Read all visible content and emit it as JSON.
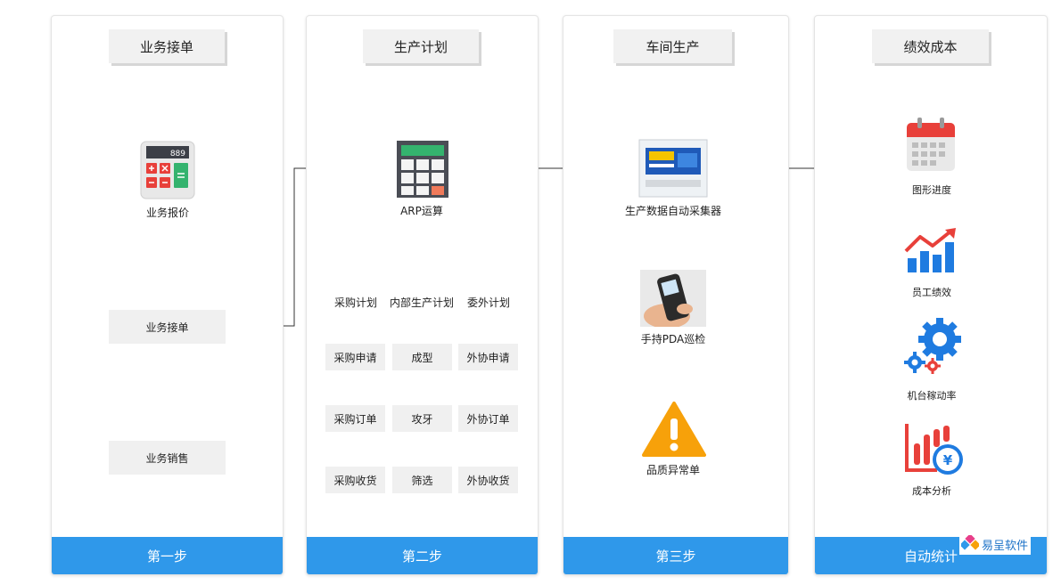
{
  "columns": [
    {
      "title": "业务接单",
      "footer": "第一步"
    },
    {
      "title": "生产计划",
      "footer": "第二步"
    },
    {
      "title": "车间生产",
      "footer": "第三步"
    },
    {
      "title": "绩效成本",
      "footer": "自动统计"
    }
  ],
  "step1": {
    "calculator_display": "889",
    "quote_label": "业务报价",
    "order_label": "业务接单",
    "sales_label": "业务销售"
  },
  "step2": {
    "arp_label": "ARP运算",
    "branches": [
      {
        "head": "采购计划",
        "items": [
          "采购申请",
          "采购订单",
          "采购收货"
        ]
      },
      {
        "head": "内部生产计划",
        "items": [
          "成型",
          "攻牙",
          "筛选"
        ]
      },
      {
        "head": "委外计划",
        "items": [
          "外协申请",
          "外协订单",
          "外协收货"
        ]
      }
    ]
  },
  "step3": {
    "collector_label": "生产数据自动采集器",
    "pda_label": "手持PDA巡检",
    "anomaly_label": "品质异常单"
  },
  "step4": {
    "items": [
      "图形进度",
      "员工绩效",
      "机台稼动率",
      "成本分析"
    ]
  },
  "colors": {
    "accent": "#2f98ea",
    "box_bg": "#f0f0f0",
    "line": "#333333",
    "warning": "#f7a10a",
    "icon_red": "#e8403a",
    "icon_blue": "#1f7be0"
  },
  "logo": {
    "text": "易呈软件"
  }
}
